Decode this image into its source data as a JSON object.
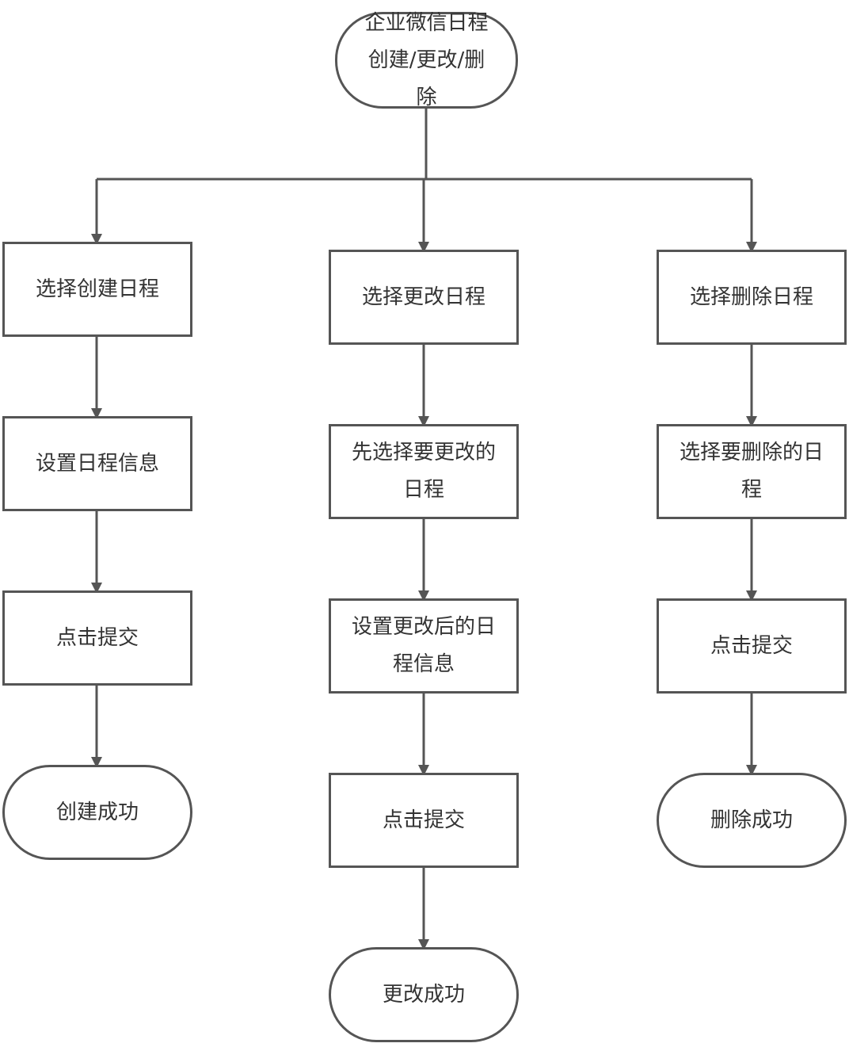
{
  "nodes": {
    "start": "企业微信日程\n创建/更改/删\n除",
    "create_select": "选择创建日程",
    "create_set": "设置日程信息",
    "create_submit": "点击提交",
    "create_success": "创建成功",
    "edit_select": "选择更改日程",
    "edit_pick": "先选择要更改的\n日程",
    "edit_set": "设置更改后的日\n程信息",
    "edit_submit": "点击提交",
    "edit_success": "更改成功",
    "delete_select": "选择删除日程",
    "delete_pick": "选择要删除的日\n程",
    "delete_submit": "点击提交",
    "delete_success": "删除成功"
  },
  "colors": {
    "stroke": "#555555",
    "text": "#333333",
    "background": "#ffffff"
  }
}
